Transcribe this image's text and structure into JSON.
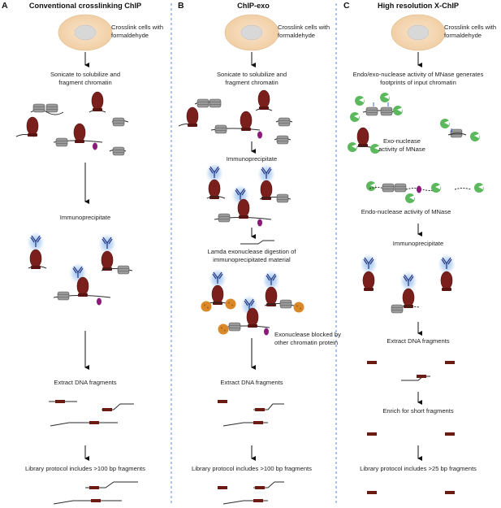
{
  "panels": [
    {
      "letter": "A",
      "title": "Conventional crosslinking ChIP",
      "steps": {
        "crosslink": "Crosslink cells with formaldehyde",
        "sonicate": "Sonicate to solubilize and fragment chromatin",
        "ip": "Immunoprecipitate",
        "extract": "Extract DNA fragments",
        "library": "Library protocol includes >100 bp fragments"
      }
    },
    {
      "letter": "B",
      "title": "ChIP-exo",
      "steps": {
        "crosslink": "Crosslink cells with formaldehyde",
        "sonicate": "Sonicate to solubilize and fragment chromatin",
        "ip": "Immunoprecipitate",
        "lambda": "Lamda exonuclease digestion of immunoprecipitated material",
        "blocked": "Exonuclease blocked by other chromatin protein",
        "extract": "Extract DNA fragments",
        "library": "Library protocol includes >100 bp fragments"
      }
    },
    {
      "letter": "C",
      "title": "High resolution X-ChIP",
      "steps": {
        "crosslink": "Crosslink cells with formaldehyde",
        "mnase": "Endo/exo-nuclease activity of MNase generates footprints of input chromatin",
        "exo": "Exo-nuclease activity of MNase",
        "endo": "Endo-nuclease activity of MNase",
        "ip": "Immunoprecipitate",
        "extract": "Extract DNA fragments",
        "enrich": "Enrich for short fragments",
        "library": "Library protocol includes >25 bp fragments"
      }
    }
  ],
  "colors": {
    "cell": "#f6dcbf",
    "nucleus": "#d8d8d8",
    "protein": "#7a1f1c",
    "small_protein": "#8b1a7a",
    "antibody_glow": "#9ec3ee",
    "exonuclease": "#d9892a",
    "mnase": "#5cb85c",
    "fragment": "#6b1a14",
    "separator": "#4a7fd4"
  }
}
